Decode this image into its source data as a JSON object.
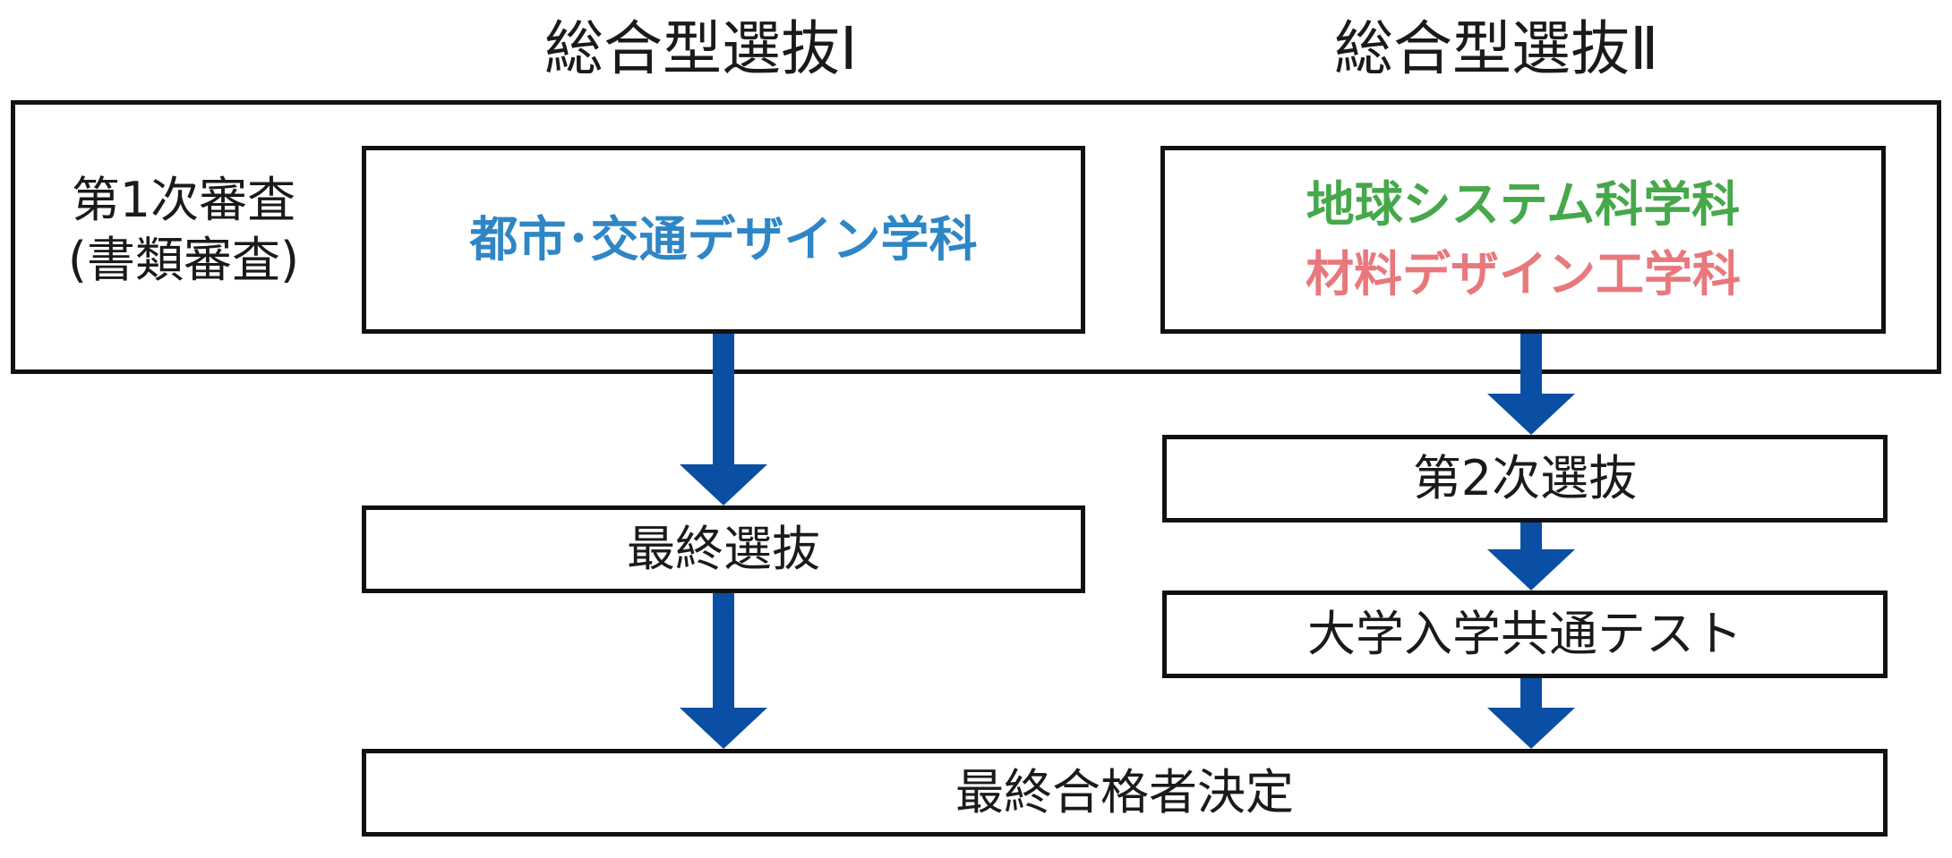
{
  "headings": {
    "track1": "総合型選抜Ⅰ",
    "track2": "総合型選抜Ⅱ"
  },
  "stage1": {
    "label_line1": "第1次審査",
    "label_line2": "(書類審査)"
  },
  "track1": {
    "department": "都市･交通デザイン学科",
    "final_selection": "最終選抜"
  },
  "track2": {
    "department1": "地球システム科学科",
    "department2": "材料デザイン工学科",
    "second_selection": "第2次選抜",
    "common_test": "大学入学共通テスト"
  },
  "final": {
    "label": "最終合格者決定"
  },
  "colors": {
    "arrow": "#0a4fa3",
    "dept_blue": "#2f86c6",
    "dept_green": "#46a84a",
    "dept_red": "#e8787c",
    "border": "#111111"
  }
}
